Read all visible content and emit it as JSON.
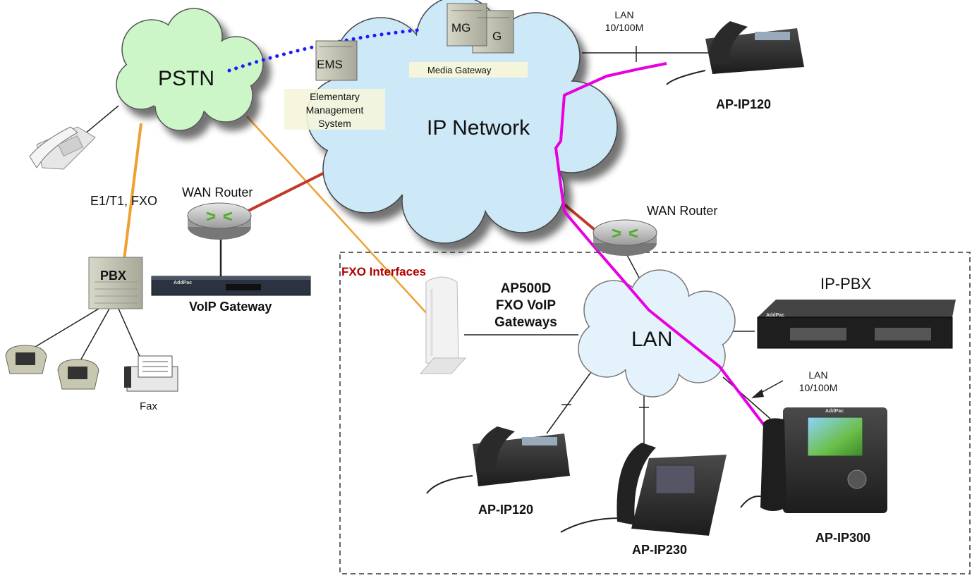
{
  "clouds": {
    "pstn": "PSTN",
    "ip_network": "IP Network",
    "lan": "LAN"
  },
  "devices": {
    "mg": "MG",
    "mg_second": "G",
    "media_gateway": "Media Gateway",
    "ems": "EMS",
    "ems_desc": [
      "Elementary",
      "Management",
      "System"
    ],
    "pbx": "PBX",
    "voip_gateway": "VoIP Gateway",
    "wan_router_left": "WAN Router",
    "wan_router_right": "WAN Router",
    "ip_pbx": "IP-PBX",
    "ap500d": [
      "AP500D",
      "FXO VoIP",
      "Gateways"
    ],
    "fax": "Fax",
    "phone_top": "AP-IP120",
    "phone_lan_1": "AP-IP120",
    "phone_lan_2": "AP-IP230",
    "phone_lan_3": "AP-IP300",
    "brand": "AddPac"
  },
  "links": {
    "e1t1": "E1/T1, FXO",
    "lan_top": [
      "LAN",
      "10/100M"
    ],
    "lan_right": [
      "LAN",
      "10/100M"
    ],
    "fxo_interfaces": "FXO Interfaces"
  },
  "colors": {
    "pstn_cloud": "#ccf5c8",
    "ip_cloud": "#cde8f7",
    "lan_cloud": "#e4f3fb",
    "orange_link": "#f0a030",
    "red_link": "#c0392b",
    "magenta_link": "#e800e0",
    "dotted_link": "#1a1aff",
    "fxo_label": "#b00000"
  }
}
